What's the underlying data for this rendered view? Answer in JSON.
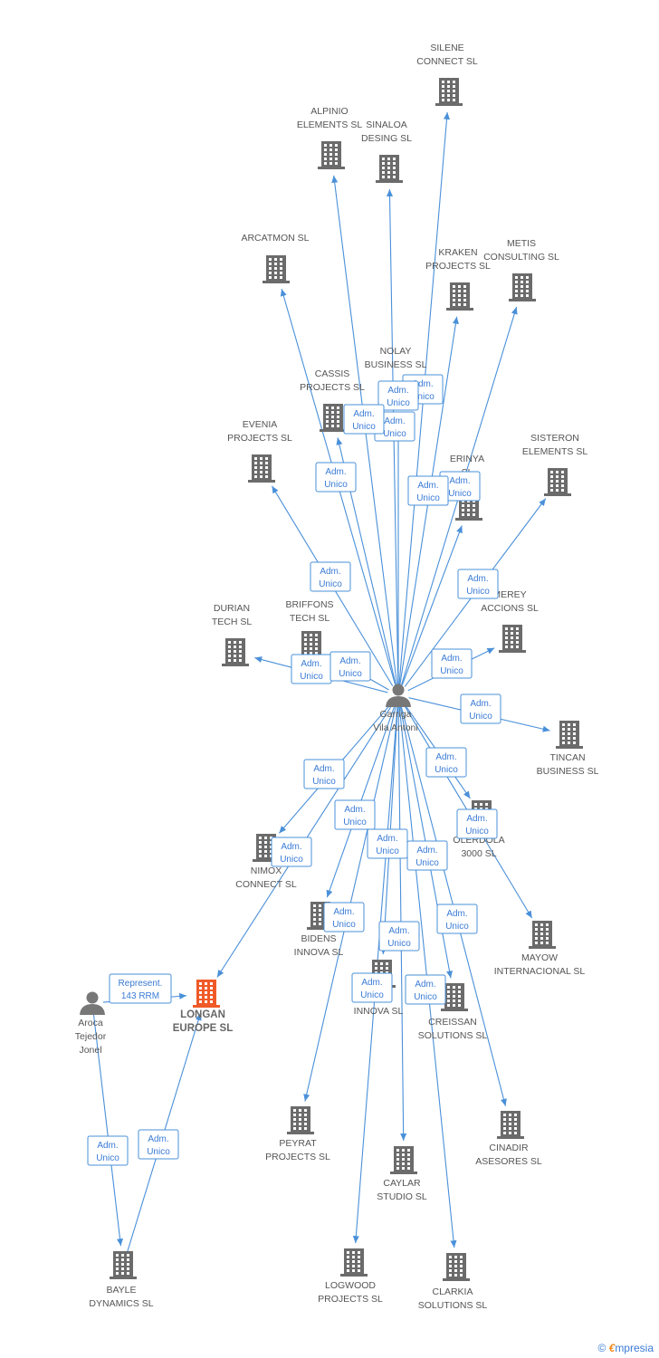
{
  "colors": {
    "edge": "#4a90d9",
    "label": "#3a7bd5",
    "building": "#6b6b6b",
    "highlight": "#f05a28",
    "person": "#777777"
  },
  "nodes": [
    {
      "id": "garriga",
      "kind": "person",
      "lines": [
        "Garriga",
        "Vila Antoni"
      ]
    },
    {
      "id": "aroca",
      "kind": "person",
      "lines": [
        "Aroca",
        "Tejedor",
        "Jonel"
      ]
    },
    {
      "id": "longan",
      "kind": "company-main",
      "lines": [
        "LONGAN",
        "EUROPE SL"
      ]
    },
    {
      "id": "silene",
      "kind": "company",
      "lines": [
        "SILENE",
        "CONNECT SL"
      ]
    },
    {
      "id": "alpinio",
      "kind": "company",
      "lines": [
        "ALPINIO",
        "ELEMENTS SL"
      ]
    },
    {
      "id": "sinaloa",
      "kind": "company",
      "lines": [
        "SINALOA",
        "DESING SL"
      ]
    },
    {
      "id": "arcatmon",
      "kind": "company",
      "lines": [
        "ARCATMON SL"
      ]
    },
    {
      "id": "kraken",
      "kind": "company",
      "lines": [
        "KRAKEN",
        "PROJECTS SL"
      ]
    },
    {
      "id": "metis",
      "kind": "company",
      "lines": [
        "METIS",
        "CONSULTING SL"
      ]
    },
    {
      "id": "nolay",
      "kind": "company",
      "lines": [
        "NOLAY",
        "BUSINESS SL"
      ]
    },
    {
      "id": "cassis",
      "kind": "company",
      "lines": [
        "CASSIS",
        "PROJECTS SL"
      ]
    },
    {
      "id": "evenia",
      "kind": "company",
      "lines": [
        "EVENIA",
        "PROJECTS SL"
      ]
    },
    {
      "id": "erinya",
      "kind": "company",
      "lines": [
        "ERINYA",
        "SL"
      ]
    },
    {
      "id": "sisteron",
      "kind": "company",
      "lines": [
        "SISTERON",
        "ELEMENTS SL"
      ]
    },
    {
      "id": "durian",
      "kind": "company",
      "lines": [
        "DURIAN",
        "TECH SL"
      ]
    },
    {
      "id": "briffons",
      "kind": "company",
      "lines": [
        "BRIFFONS",
        "TECH SL"
      ]
    },
    {
      "id": "merey",
      "kind": "company",
      "lines": [
        "MEREY",
        "ACCIONS SL"
      ]
    },
    {
      "id": "tincan",
      "kind": "company",
      "lines": [
        "TINCAN",
        "BUSINESS SL"
      ]
    },
    {
      "id": "olerdola",
      "kind": "company",
      "lines": [
        "OLERDOLA",
        "3000 SL"
      ]
    },
    {
      "id": "nimox",
      "kind": "company",
      "lines": [
        "NIMOX",
        "CONNECT SL"
      ]
    },
    {
      "id": "mayow",
      "kind": "company",
      "lines": [
        "MAYOW",
        "INTERNACIONAL SL"
      ]
    },
    {
      "id": "bidens",
      "kind": "company",
      "lines": [
        "BIDENS",
        "INNOVA SL"
      ]
    },
    {
      "id": "innova",
      "kind": "company",
      "lines": [
        "INNOVA SL"
      ]
    },
    {
      "id": "creissan",
      "kind": "company",
      "lines": [
        "CREISSAN",
        "SOLUTIONS SL"
      ]
    },
    {
      "id": "peyrat",
      "kind": "company",
      "lines": [
        "PEYRAT",
        "PROJECTS SL"
      ]
    },
    {
      "id": "cinadir",
      "kind": "company",
      "lines": [
        "CINADIR",
        "ASESORES SL"
      ]
    },
    {
      "id": "caylar",
      "kind": "company",
      "lines": [
        "CAYLAR",
        "STUDIO SL"
      ]
    },
    {
      "id": "bayle",
      "kind": "company",
      "lines": [
        "BAYLE",
        "DYNAMICS SL"
      ]
    },
    {
      "id": "logwood",
      "kind": "company",
      "lines": [
        "LOGWOOD",
        "PROJECTS SL"
      ]
    },
    {
      "id": "clarkia",
      "kind": "company",
      "lines": [
        "CLARKIA",
        "SOLUTIONS SL"
      ]
    }
  ],
  "edges": [
    {
      "from": "garriga",
      "to": "silene",
      "label": [
        "Adm.",
        "Unico"
      ]
    },
    {
      "from": "garriga",
      "to": "alpinio",
      "label": [
        "Adm.",
        "Unico"
      ]
    },
    {
      "from": "garriga",
      "to": "sinaloa",
      "label": [
        "Adm.",
        "Unico"
      ]
    },
    {
      "from": "garriga",
      "to": "arcatmon",
      "label": [
        "Adm.",
        "Unico"
      ]
    },
    {
      "from": "garriga",
      "to": "kraken",
      "label": [
        "Adm.",
        "Unico"
      ]
    },
    {
      "from": "garriga",
      "to": "metis",
      "label": [
        "Adm.",
        "Unico"
      ]
    },
    {
      "from": "garriga",
      "to": "nolay",
      "label": [
        "Adm.",
        "Unico"
      ]
    },
    {
      "from": "garriga",
      "to": "cassis",
      "label": [
        "Adm.",
        "Unico"
      ]
    },
    {
      "from": "garriga",
      "to": "evenia",
      "label": [
        "Adm.",
        "Unico"
      ]
    },
    {
      "from": "garriga",
      "to": "erinya",
      "label": [
        "Adm.",
        "Unico"
      ]
    },
    {
      "from": "garriga",
      "to": "sisteron",
      "label": [
        "Adm.",
        "Unico"
      ]
    },
    {
      "from": "garriga",
      "to": "durian",
      "label": [
        "Adm.",
        "Unico"
      ]
    },
    {
      "from": "garriga",
      "to": "briffons",
      "label": [
        "Adm.",
        "Unico"
      ]
    },
    {
      "from": "garriga",
      "to": "merey",
      "label": [
        "Adm.",
        "Unico"
      ]
    },
    {
      "from": "garriga",
      "to": "tincan",
      "label": [
        "Adm.",
        "Unico"
      ]
    },
    {
      "from": "garriga",
      "to": "olerdola",
      "label": [
        "Adm.",
        "Unico"
      ]
    },
    {
      "from": "garriga",
      "to": "nimox",
      "label": [
        "Adm.",
        "Unico"
      ]
    },
    {
      "from": "garriga",
      "to": "longan",
      "label": [
        "Adm.",
        "Unico"
      ]
    },
    {
      "from": "garriga",
      "to": "mayow",
      "label": [
        "Adm.",
        "Unico"
      ]
    },
    {
      "from": "garriga",
      "to": "bidens",
      "label": [
        "Adm.",
        "Unico"
      ]
    },
    {
      "from": "garriga",
      "to": "innova",
      "label": [
        "Adm.",
        "Unico"
      ]
    },
    {
      "from": "garriga",
      "to": "creissan",
      "label": [
        "Adm.",
        "Unico"
      ]
    },
    {
      "from": "garriga",
      "to": "peyrat",
      "label": [
        "Adm.",
        "Unico"
      ]
    },
    {
      "from": "garriga",
      "to": "cinadir",
      "label": [
        "Adm.",
        "Unico"
      ]
    },
    {
      "from": "garriga",
      "to": "caylar",
      "label": [
        "Adm.",
        "Unico"
      ]
    },
    {
      "from": "garriga",
      "to": "logwood",
      "label": [
        "Adm.",
        "Unico"
      ]
    },
    {
      "from": "garriga",
      "to": "clarkia",
      "label": [
        "Adm.",
        "Unico"
      ]
    },
    {
      "from": "aroca",
      "to": "longan",
      "label": [
        "Represent.",
        "143 RRM"
      ]
    },
    {
      "from": "aroca",
      "to": "bayle",
      "label": [
        "Adm.",
        "Unico"
      ]
    },
    {
      "from": "bayle",
      "to": "longan",
      "label": [
        "Adm.",
        "Unico"
      ]
    }
  ],
  "footer": {
    "copyright_symbol": "©",
    "brand_first": "€",
    "brand_rest": "mpresia"
  }
}
